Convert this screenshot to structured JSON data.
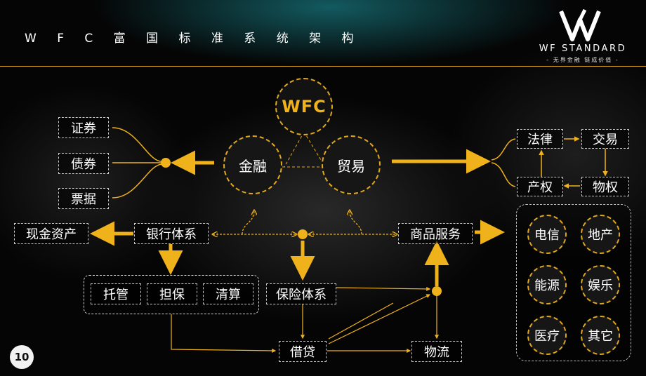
{
  "header": {
    "title": "W F C 富 国 标 准 系 统 架 构"
  },
  "logo": {
    "name": "WF STANDARD",
    "tagline": "- 无界金融  链成价值 -"
  },
  "center": {
    "wfc": "WFC",
    "finance": "金融",
    "trade": "贸易"
  },
  "securities": [
    "证券",
    "债券",
    "票据"
  ],
  "banking": {
    "cash_assets": "现金资产",
    "bank_system": "银行体系",
    "services": [
      "托管",
      "担保",
      "清算"
    ]
  },
  "insurance": {
    "label": "保险体系",
    "loan": "借贷",
    "logistics": "物流"
  },
  "commodity": {
    "label": "商品服务"
  },
  "legal_cycle": {
    "law": "法律",
    "exchange": "交易",
    "property_right": "产权",
    "property": "物权"
  },
  "industries": [
    "电信",
    "地产",
    "能源",
    "娱乐",
    "医疗",
    "其它"
  ],
  "page": {
    "number": "10"
  },
  "colors": {
    "accent": "#f0b21a",
    "line": "#e2a81b",
    "background": "#050505"
  }
}
